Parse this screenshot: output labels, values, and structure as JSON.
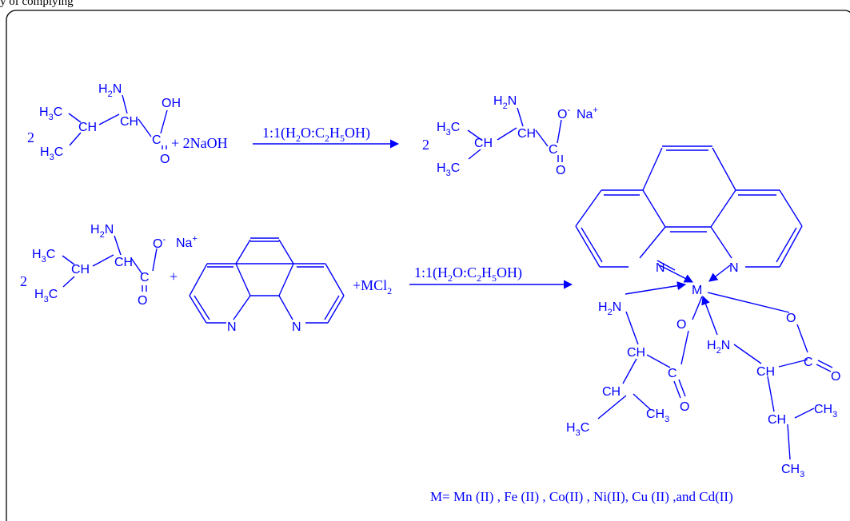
{
  "top_caption": "y of complying",
  "colors": {
    "ink": "#0000ff",
    "border": "#000000"
  },
  "reaction1": {
    "coefficient_left": "2",
    "reagent_sep": "+ 2NaOH",
    "conditions": "1:1(H2O:C2H5OH)",
    "coefficient_right": "2"
  },
  "reaction2": {
    "coefficient_left": "2",
    "plus": "+",
    "metal_salt": "+MCl2",
    "conditions": "1:1(H2O:C2H5OH)"
  },
  "labels": {
    "H3C": "H3C",
    "CH": "CH",
    "H2N": "H2N",
    "OH": "OH",
    "C": "C",
    "O": "O",
    "O_minus": "O-",
    "Na_plus": "Na+",
    "N": "N",
    "M": "M",
    "CH3": "CH3"
  },
  "footnote": "M= Mn (II) , Fe (II) , Co(II) , Ni(II), Cu (II) ,and Cd(II)"
}
